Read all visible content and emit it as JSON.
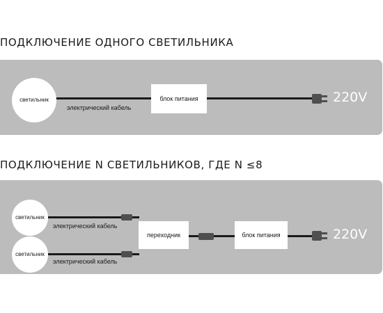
{
  "section1": {
    "title": "ПОДКЛЮЧЕНИЕ ОДНОГО СВЕТИЛЬНИКА",
    "luminaire_label": "светильник",
    "cable_label": "электрический кабель",
    "psu_label": "блок питания",
    "voltage": "220V"
  },
  "section2": {
    "title": "ПОДКЛЮЧЕНИЕ N СВЕТИЛЬНИКОВ, ГДЕ N ≤8",
    "luminaires": [
      {
        "label": "светильник",
        "cable_label": "электрический кабель"
      },
      {
        "label": "светильник",
        "cable_label": "электрический кабель"
      }
    ],
    "adapter_label": "переходник",
    "psu_label": "блок питания",
    "voltage": "220V"
  },
  "colors": {
    "panel": "#bcbcbc",
    "wire": "#1a1a1a",
    "connector": "#4f4f4f",
    "voltage_text": "#ffffff"
  }
}
